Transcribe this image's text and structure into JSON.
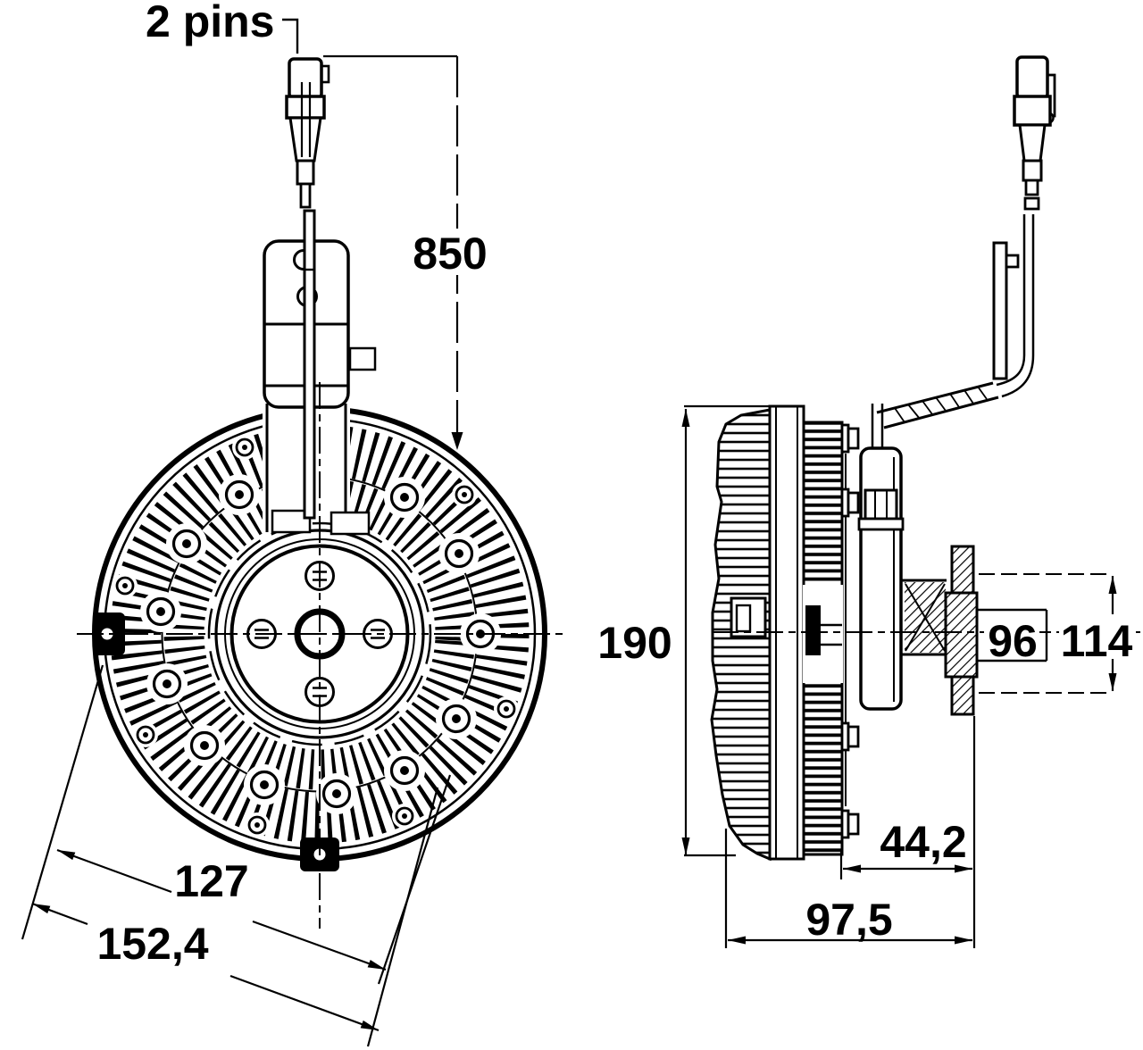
{
  "colors": {
    "ink": "#000000",
    "paper": "#ffffff"
  },
  "labels": {
    "pins": "2 pins",
    "cable_length": "850",
    "body_height": "190",
    "pilot_dia": "96",
    "flange_dia": "114",
    "square_inner": "127",
    "square_outer": "152,4",
    "depth_front": "44,2",
    "depth_total": "97,5"
  }
}
